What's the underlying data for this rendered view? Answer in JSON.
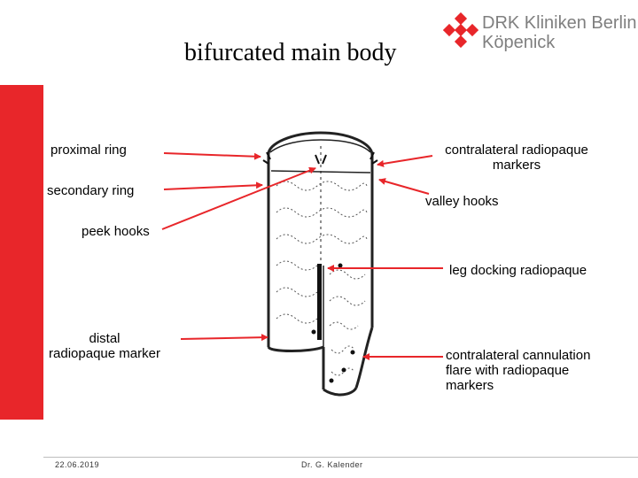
{
  "title": "bifurcated main body",
  "logo": {
    "line1": "DRK Kliniken Berlin",
    "line2": "Köpenick",
    "icon": "drk-cross-icon",
    "brand_color": "#e8262a",
    "text_color": "#7f7f7f"
  },
  "labels": {
    "proximal_ring": "proximal ring",
    "contralateral_markers_line1": "contralateral radiopaque",
    "contralateral_markers_line2": "markers",
    "secondary_ring": "secondary ring",
    "valley_hooks": "valley hooks",
    "peek_hooks": "peek hooks",
    "leg_docking": "leg docking radiopaque",
    "distal_line1": "distal",
    "distal_line2": "radiopaque marker",
    "cannulation_line1": "contralateral cannulation",
    "cannulation_line2": "flare with radiopaque",
    "cannulation_line3": "markers"
  },
  "footer": {
    "date": "22.06.2019",
    "author": "Dr. G. Kalender"
  },
  "colors": {
    "accent": "#e8262a",
    "arrow": "#e8262a"
  }
}
